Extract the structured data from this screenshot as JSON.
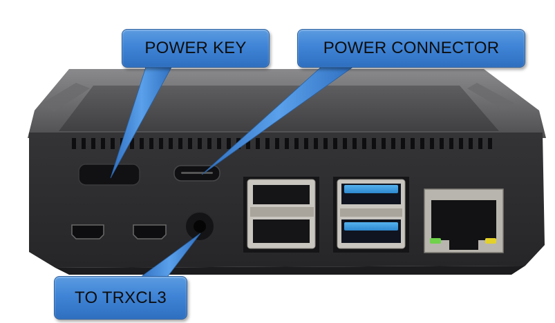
{
  "image": {
    "subject": "mini computer case rear panel",
    "colors": {
      "case": "#2f2f31",
      "case_top": "#5a5a5c",
      "callout_fill": "#3f84d6",
      "callout_text": "#0d0d0d",
      "usb3_blue": "#3b9ee0",
      "led_green": "#6fd24a",
      "led_yellow": "#e3d12a"
    }
  },
  "callouts": [
    {
      "id": "power-key",
      "label": "POWER KEY",
      "points_to": "power-key-button"
    },
    {
      "id": "power-connector",
      "label": "POWER CONNECTOR",
      "points_to": "usb-c-port"
    },
    {
      "id": "trxcl3",
      "label": "TO TRXCL3",
      "points_to": "audio-jack"
    }
  ],
  "ports": [
    {
      "name": "power key",
      "type": "button"
    },
    {
      "name": "power connector",
      "type": "usb-c"
    },
    {
      "name": "micro hdmi 0",
      "type": "micro-hdmi"
    },
    {
      "name": "micro hdmi 1",
      "type": "micro-hdmi"
    },
    {
      "name": "audio jack",
      "type": "3.5mm"
    },
    {
      "name": "usb 2.0 dual",
      "type": "usb-a"
    },
    {
      "name": "usb 3.0 dual",
      "type": "usb-a"
    },
    {
      "name": "ethernet",
      "type": "rj45"
    }
  ]
}
